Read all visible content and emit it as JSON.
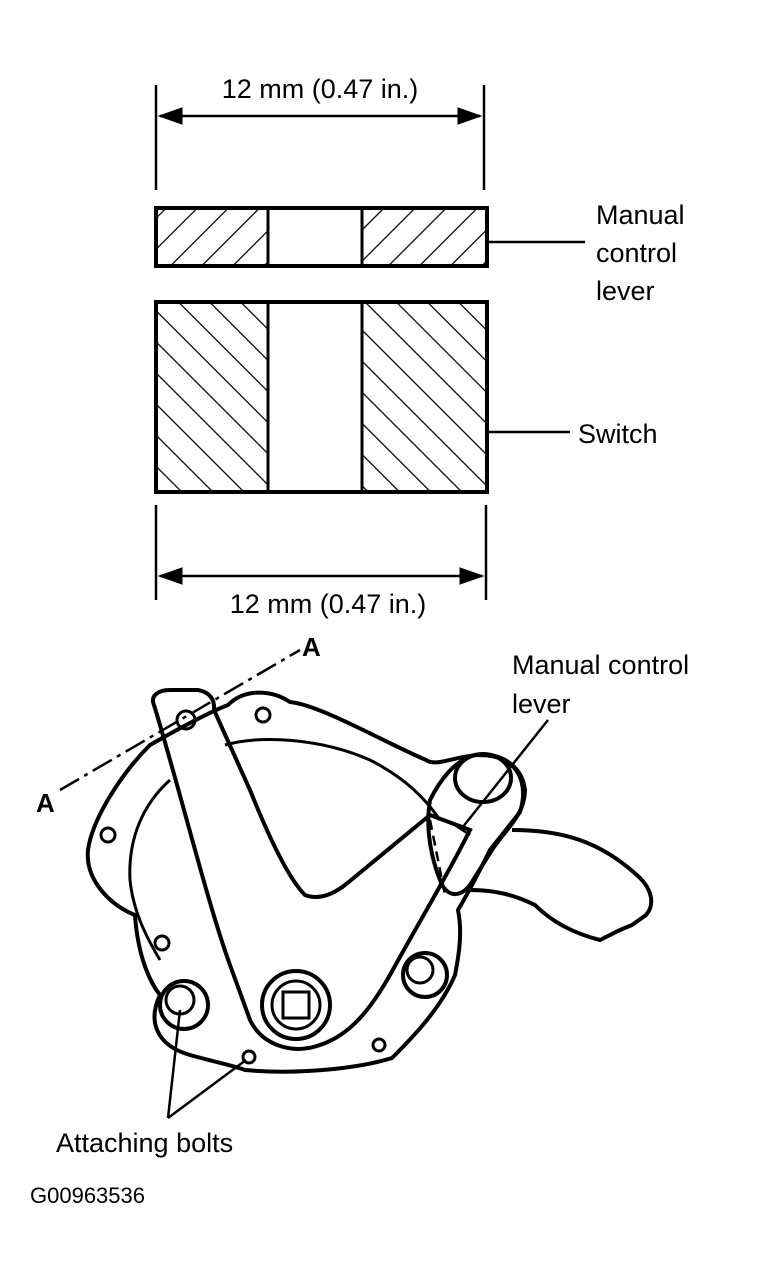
{
  "dimension_top": "12 mm (0.47 in.)",
  "dimension_bottom": "12 mm (0.47 in.)",
  "label_manual_control_lever_top": [
    "Manual",
    "control",
    "lever"
  ],
  "label_switch": "Switch",
  "label_section_a1": "A",
  "label_section_a2": "A",
  "label_manual_control_lever_bottom": [
    "Manual control",
    "lever"
  ],
  "label_attaching_bolts": "Attaching bolts",
  "figure_code": "G00963536",
  "colors": {
    "ink": "#000000",
    "background": "#ffffff"
  }
}
